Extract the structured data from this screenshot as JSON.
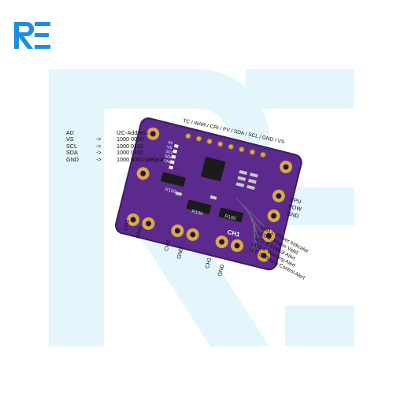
{
  "logo": {
    "text": "RE",
    "color": "#1a8fe0"
  },
  "watermark": {
    "color": "#e4f5fb"
  },
  "board": {
    "pcb_color": "#5b2a8c",
    "address_table": {
      "header_pin": "A0:",
      "header_addr": "I2C-Address:",
      "rows": [
        {
          "pin": "VS",
          "arrow": "->",
          "addr": "1000 0010"
        },
        {
          "pin": "SCL",
          "arrow": "->",
          "addr": "1000 0110"
        },
        {
          "pin": "SDA",
          "arrow": "->",
          "addr": "1000 0100"
        },
        {
          "pin": "GND",
          "arrow": "->",
          "addr": "1000 0000 (default)"
        }
      ]
    },
    "top_pins": "TC / WAR / CRI / PV / SDA / SCL / GND / VS",
    "right_pins": [
      "VPU",
      "POW",
      "GND"
    ],
    "channels": [
      {
        "ch": "CH3",
        "gnd": "GND"
      },
      {
        "ch": "CH2",
        "gnd": "GND"
      },
      {
        "ch": "CH1",
        "gnd": "GND"
      }
    ],
    "leds": [
      "LED 1: Power Indicator",
      "LED 2: Power Valid",
      "LED 3: Critical Alert",
      "LED 4: Warning Alert",
      "LED 5: Timing Control Alert"
    ],
    "silk": {
      "resistor1": "R100",
      "resistor2": "R100",
      "resistor3": "R100",
      "ch_badge": "CH1",
      "pads": [
        "A0",
        "VS",
        "SCL",
        "SDA",
        "GND"
      ]
    }
  }
}
